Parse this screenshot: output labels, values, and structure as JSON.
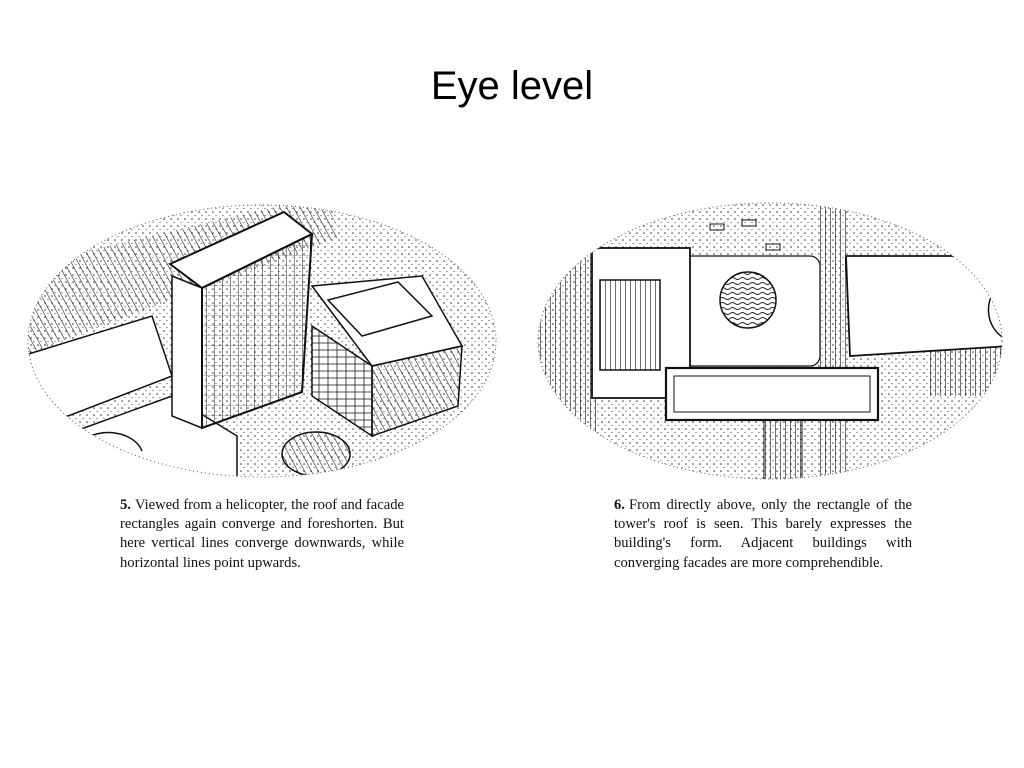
{
  "slide": {
    "title": "Eye level"
  },
  "figures": [
    {
      "number": "5.",
      "caption": "Viewed from a helicopter, the roof and facade rectangles again converge and foreshorten. But here vertical lines converge downwards, while horizontal lines point upwards."
    },
    {
      "number": "6.",
      "caption": "From directly above, only the rectangle of the tower's roof is seen. This barely expresses the building's form. Adjacent buildings with converging facades are more comprehendible."
    }
  ]
}
